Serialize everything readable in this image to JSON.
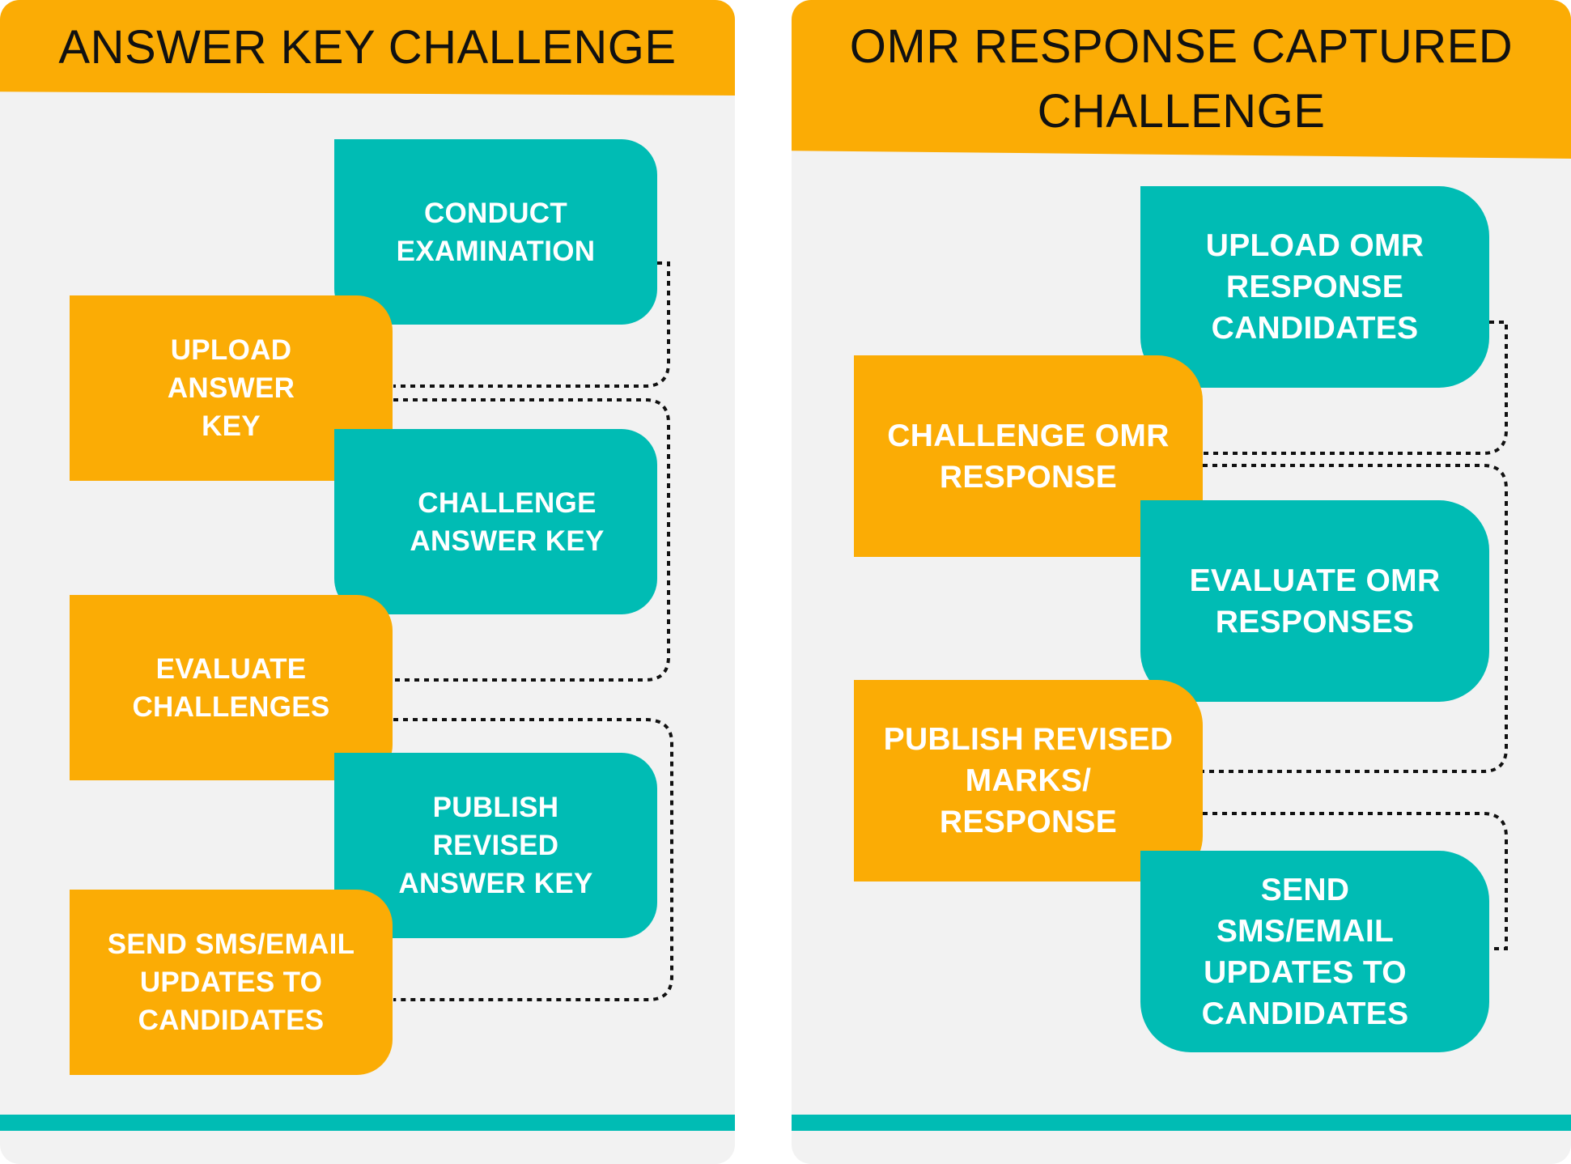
{
  "left_panel": {
    "title": "ANSWER KEY CHALLENGE",
    "steps": [
      {
        "text": "CONDUCT EXAMINATION",
        "color": "teal"
      },
      {
        "text": "UPLOAD ANSWER KEY",
        "color": "orange"
      },
      {
        "text": "CHALLENGE ANSWER KEY",
        "color": "teal"
      },
      {
        "text": "EVALUATE CHALLENGES",
        "color": "orange"
      },
      {
        "text": "PUBLISH REVISED ANSWER KEY",
        "color": "teal"
      },
      {
        "text": "SEND SMS/EMAIL UPDATES TO CANDIDATES",
        "color": "orange"
      }
    ]
  },
  "right_panel": {
    "title_line1": "OMR RESPONSE CAPTURED",
    "title_line2": "CHALLENGE",
    "steps": [
      {
        "text": "UPLOAD OMR RESPONSE CANDIDATES",
        "color": "teal"
      },
      {
        "text": "CHALLENGE OMR RESPONSE",
        "color": "orange"
      },
      {
        "text": "EVALUATE OMR RESPONSES",
        "color": "teal"
      },
      {
        "text": "PUBLISH REVISED MARKS/ RESPONSE",
        "color": "orange"
      },
      {
        "text": "SEND SMS/EMAIL UPDATES TO CANDIDATES",
        "color": "teal"
      }
    ]
  },
  "colors": {
    "orange": "#fbac05",
    "teal": "#00bcb4",
    "panel_bg": "#f2f2f2",
    "connector": "#111111"
  }
}
